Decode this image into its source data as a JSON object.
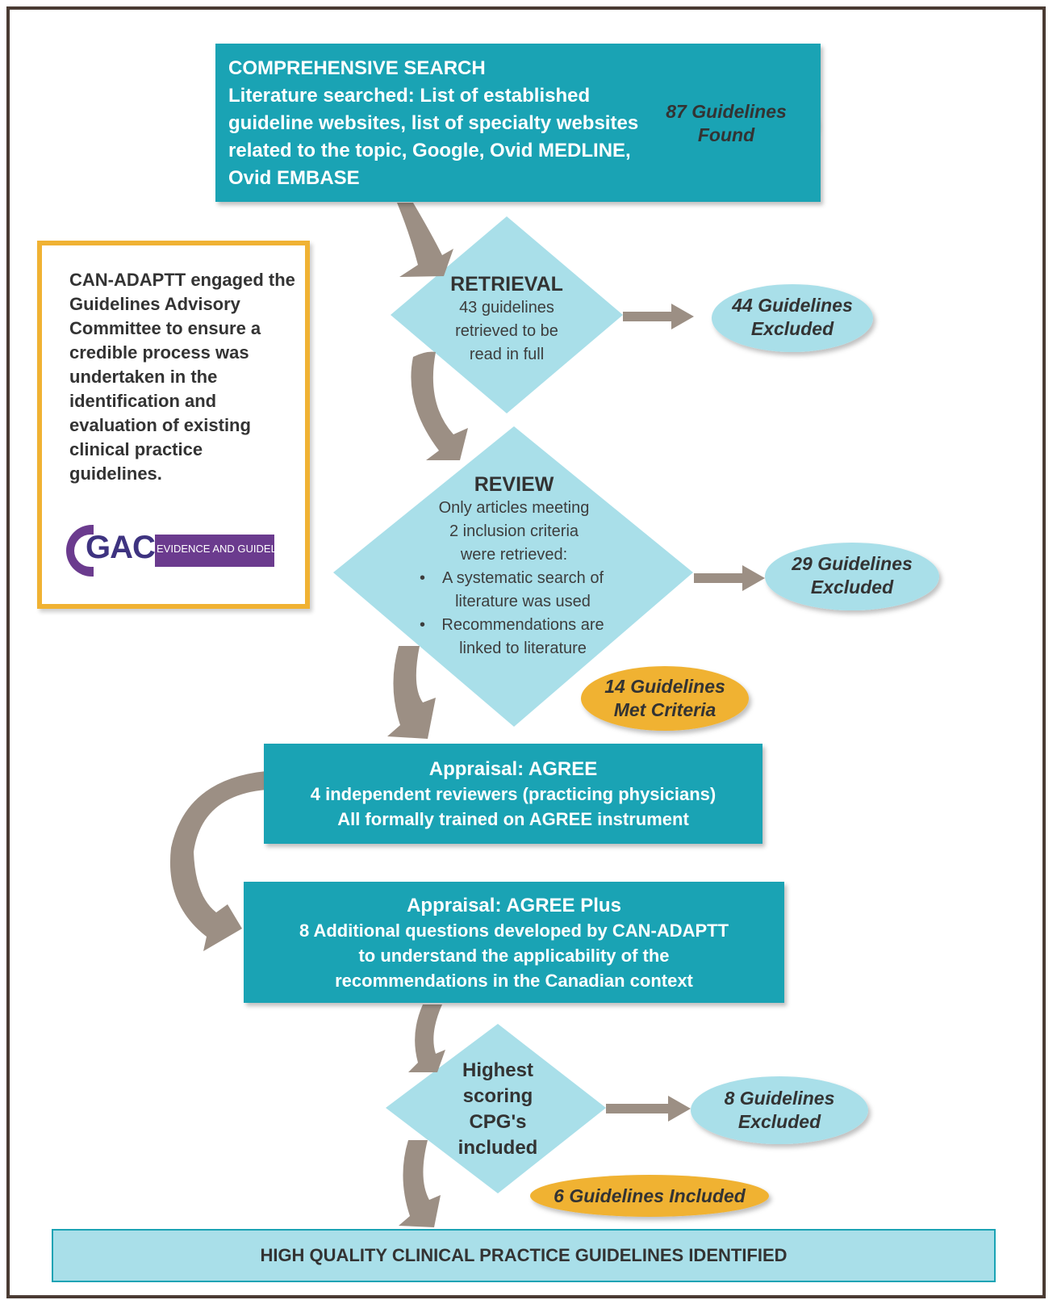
{
  "search": {
    "title": "COMPREHENSIVE SEARCH",
    "body": "Literature searched: List of established guideline websites, list of specialty websites related to the topic, Google, Ovid MEDLINE, Ovid EMBASE",
    "found": "87 Guidelines Found"
  },
  "retrieval": {
    "title": "RETRIEVAL",
    "body": "43 guidelines retrieved to be read in full",
    "excluded": "44 Guidelines Excluded"
  },
  "review": {
    "title": "REVIEW",
    "intro": "Only articles meeting  2 inclusion criteria were retrieved:",
    "bullets": [
      "A systematic search of literature was used",
      "Recommendations are linked to literature"
    ],
    "excluded": "29 Guidelines Excluded",
    "met": "14 Guidelines Met Criteria"
  },
  "agree": {
    "title": "Appraisal: AGREE",
    "line1": "4 independent reviewers (practicing physicians)",
    "line2": "All formally trained on AGREE instrument"
  },
  "agree_plus": {
    "title": "Appraisal: AGREE Plus",
    "line1": "8 Additional questions developed by CAN-ADAPTT",
    "line2": "to understand the applicability of the",
    "line3": "recommendations in the Canadian context"
  },
  "highest": {
    "text": "Highest scoring CPG's included",
    "excluded": "8 Guidelines Excluded",
    "included": "6 Guidelines Included"
  },
  "final": {
    "text": "HIGH QUALITY CLINICAL PRACTICE GUIDELINES IDENTIFIED"
  },
  "sidebar": {
    "text": "CAN-ADAPTT engaged the Guidelines Advisory Committee to ensure a credible process was undertaken in the identification and evaluation of existing clinical practice guidelines.",
    "logo_letters": "GAC",
    "logo_text": "EVIDENCE AND GUIDELINES"
  },
  "colors": {
    "teal": "#1aa3b4",
    "light_blue": "#a9dfe9",
    "orange": "#f0b233",
    "arrow": "#9c8f84",
    "sidebar_border": "#f0b233",
    "logo_purple": "#6b3b8e"
  }
}
